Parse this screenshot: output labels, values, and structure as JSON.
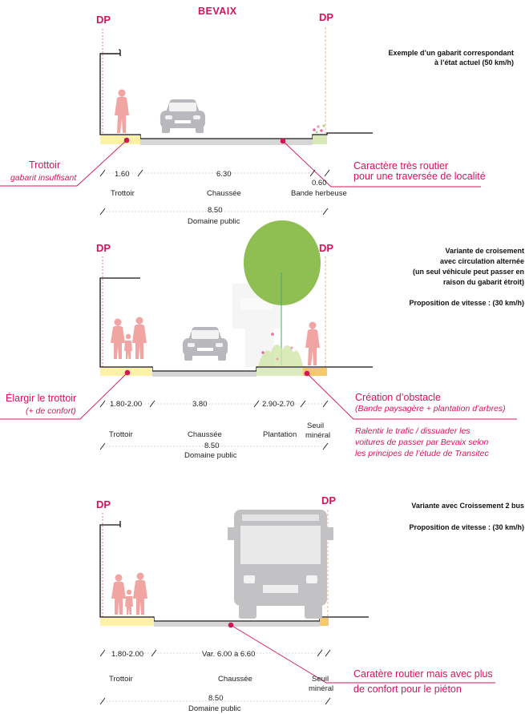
{
  "title": "BEVAIX",
  "dp_label": "DP",
  "sections": [
    {
      "description": [
        "Exemple d’un gabarit correspondant",
        "à l’état actuel (50 km/h)"
      ],
      "annotations": [
        {
          "lines": [
            "Trottoir"
          ],
          "style": "normal"
        },
        {
          "lines": [
            "gabarit insuffisant"
          ],
          "style": "italic"
        },
        {
          "lines": [
            "Caractère très routier",
            "pour une traversée de localité"
          ],
          "style": "normal"
        }
      ],
      "dimensions": [
        "1.60",
        "6.30",
        "0.60"
      ],
      "labels": [
        "Trottoir",
        "Chaussée",
        "Bande herbeuse"
      ],
      "total": "8.50",
      "total_label": "Domaine public"
    },
    {
      "description": [
        "Variante de croisement",
        "avec circulation alternée",
        "(un seul véhicule peut passer en",
        "raison du gabarit étroit)"
      ],
      "speed": "Proposition de vitesse : (30 km/h)",
      "annotations": [
        {
          "lines": [
            "Élargir le trottoir"
          ],
          "style": "normal"
        },
        {
          "lines": [
            "(+ de confort)"
          ],
          "style": "italic"
        },
        {
          "lines": [
            "Création d’obstacle"
          ],
          "style": "normal"
        },
        {
          "lines": [
            "(Bande paysagère + plantation d’arbres)"
          ],
          "style": "italic"
        },
        {
          "lines": [
            "Ralentir le trafic / dissuader les",
            "voitures de passer par Bevaix selon",
            "les principes de l’étude de Transitec"
          ],
          "style": "italic"
        }
      ],
      "dimensions": [
        "1.80-2.00",
        "3.80",
        "2.90-2.70"
      ],
      "labels": [
        "Trottoir",
        "Chaussée",
        "Plantation",
        "Seuil",
        "minéral"
      ],
      "total": "8.50",
      "total_label": "Domaine public"
    },
    {
      "description": [
        "Variante avec Croissement 2 bus"
      ],
      "speed": "Proposition de vitesse : (30 km/h)",
      "annotations": [
        {
          "lines": [
            "Caratère routier mais avec plus",
            "de confort pour le piéton"
          ],
          "style": "normal"
        }
      ],
      "dimensions": [
        "1.80-2.00",
        "Var. 6.00 à 6.60"
      ],
      "labels": [
        "Trottoir",
        "Chaussée",
        "Seuil",
        "minéral"
      ],
      "total": "8.50",
      "total_label": "Domaine public"
    }
  ]
}
